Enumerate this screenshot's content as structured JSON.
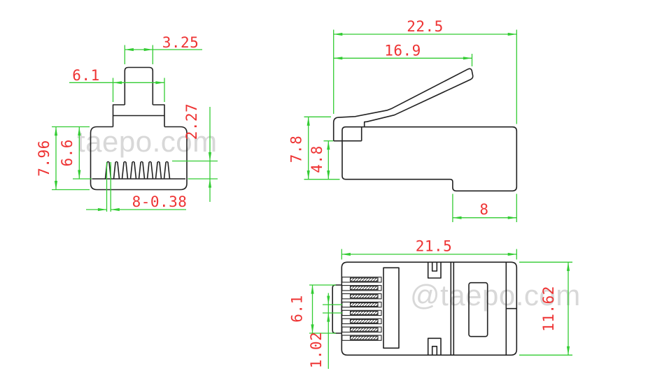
{
  "drawing_type": "technical-drawing",
  "part": "modular plug connector",
  "watermarks": {
    "front_view": "taepo.com",
    "bottom_view": "@taepo.com"
  },
  "views": {
    "front": {
      "dims": {
        "tab_width": "3.25",
        "latch_base_width": "6.1",
        "overall_height": "7.96",
        "cavity_height": "6.6",
        "contact_comb_height": "2.27",
        "slot_spec": "8-0.38"
      }
    },
    "side": {
      "dims": {
        "overall_length": "22.5",
        "latch_length": "16.9",
        "body_height": "7.8",
        "front_height": "4.8",
        "boot_length": "8"
      }
    },
    "bottom": {
      "dims": {
        "body_length": "21.5",
        "latch_width": "6.1",
        "contact_pitch": "1.02",
        "overall_width": "11.62"
      }
    }
  },
  "colors": {
    "outline": "#212121",
    "dimension_lines": "#33cc33",
    "dimension_text": "#ee3333",
    "watermark": "#d8d8d8",
    "background": "#ffffff"
  }
}
